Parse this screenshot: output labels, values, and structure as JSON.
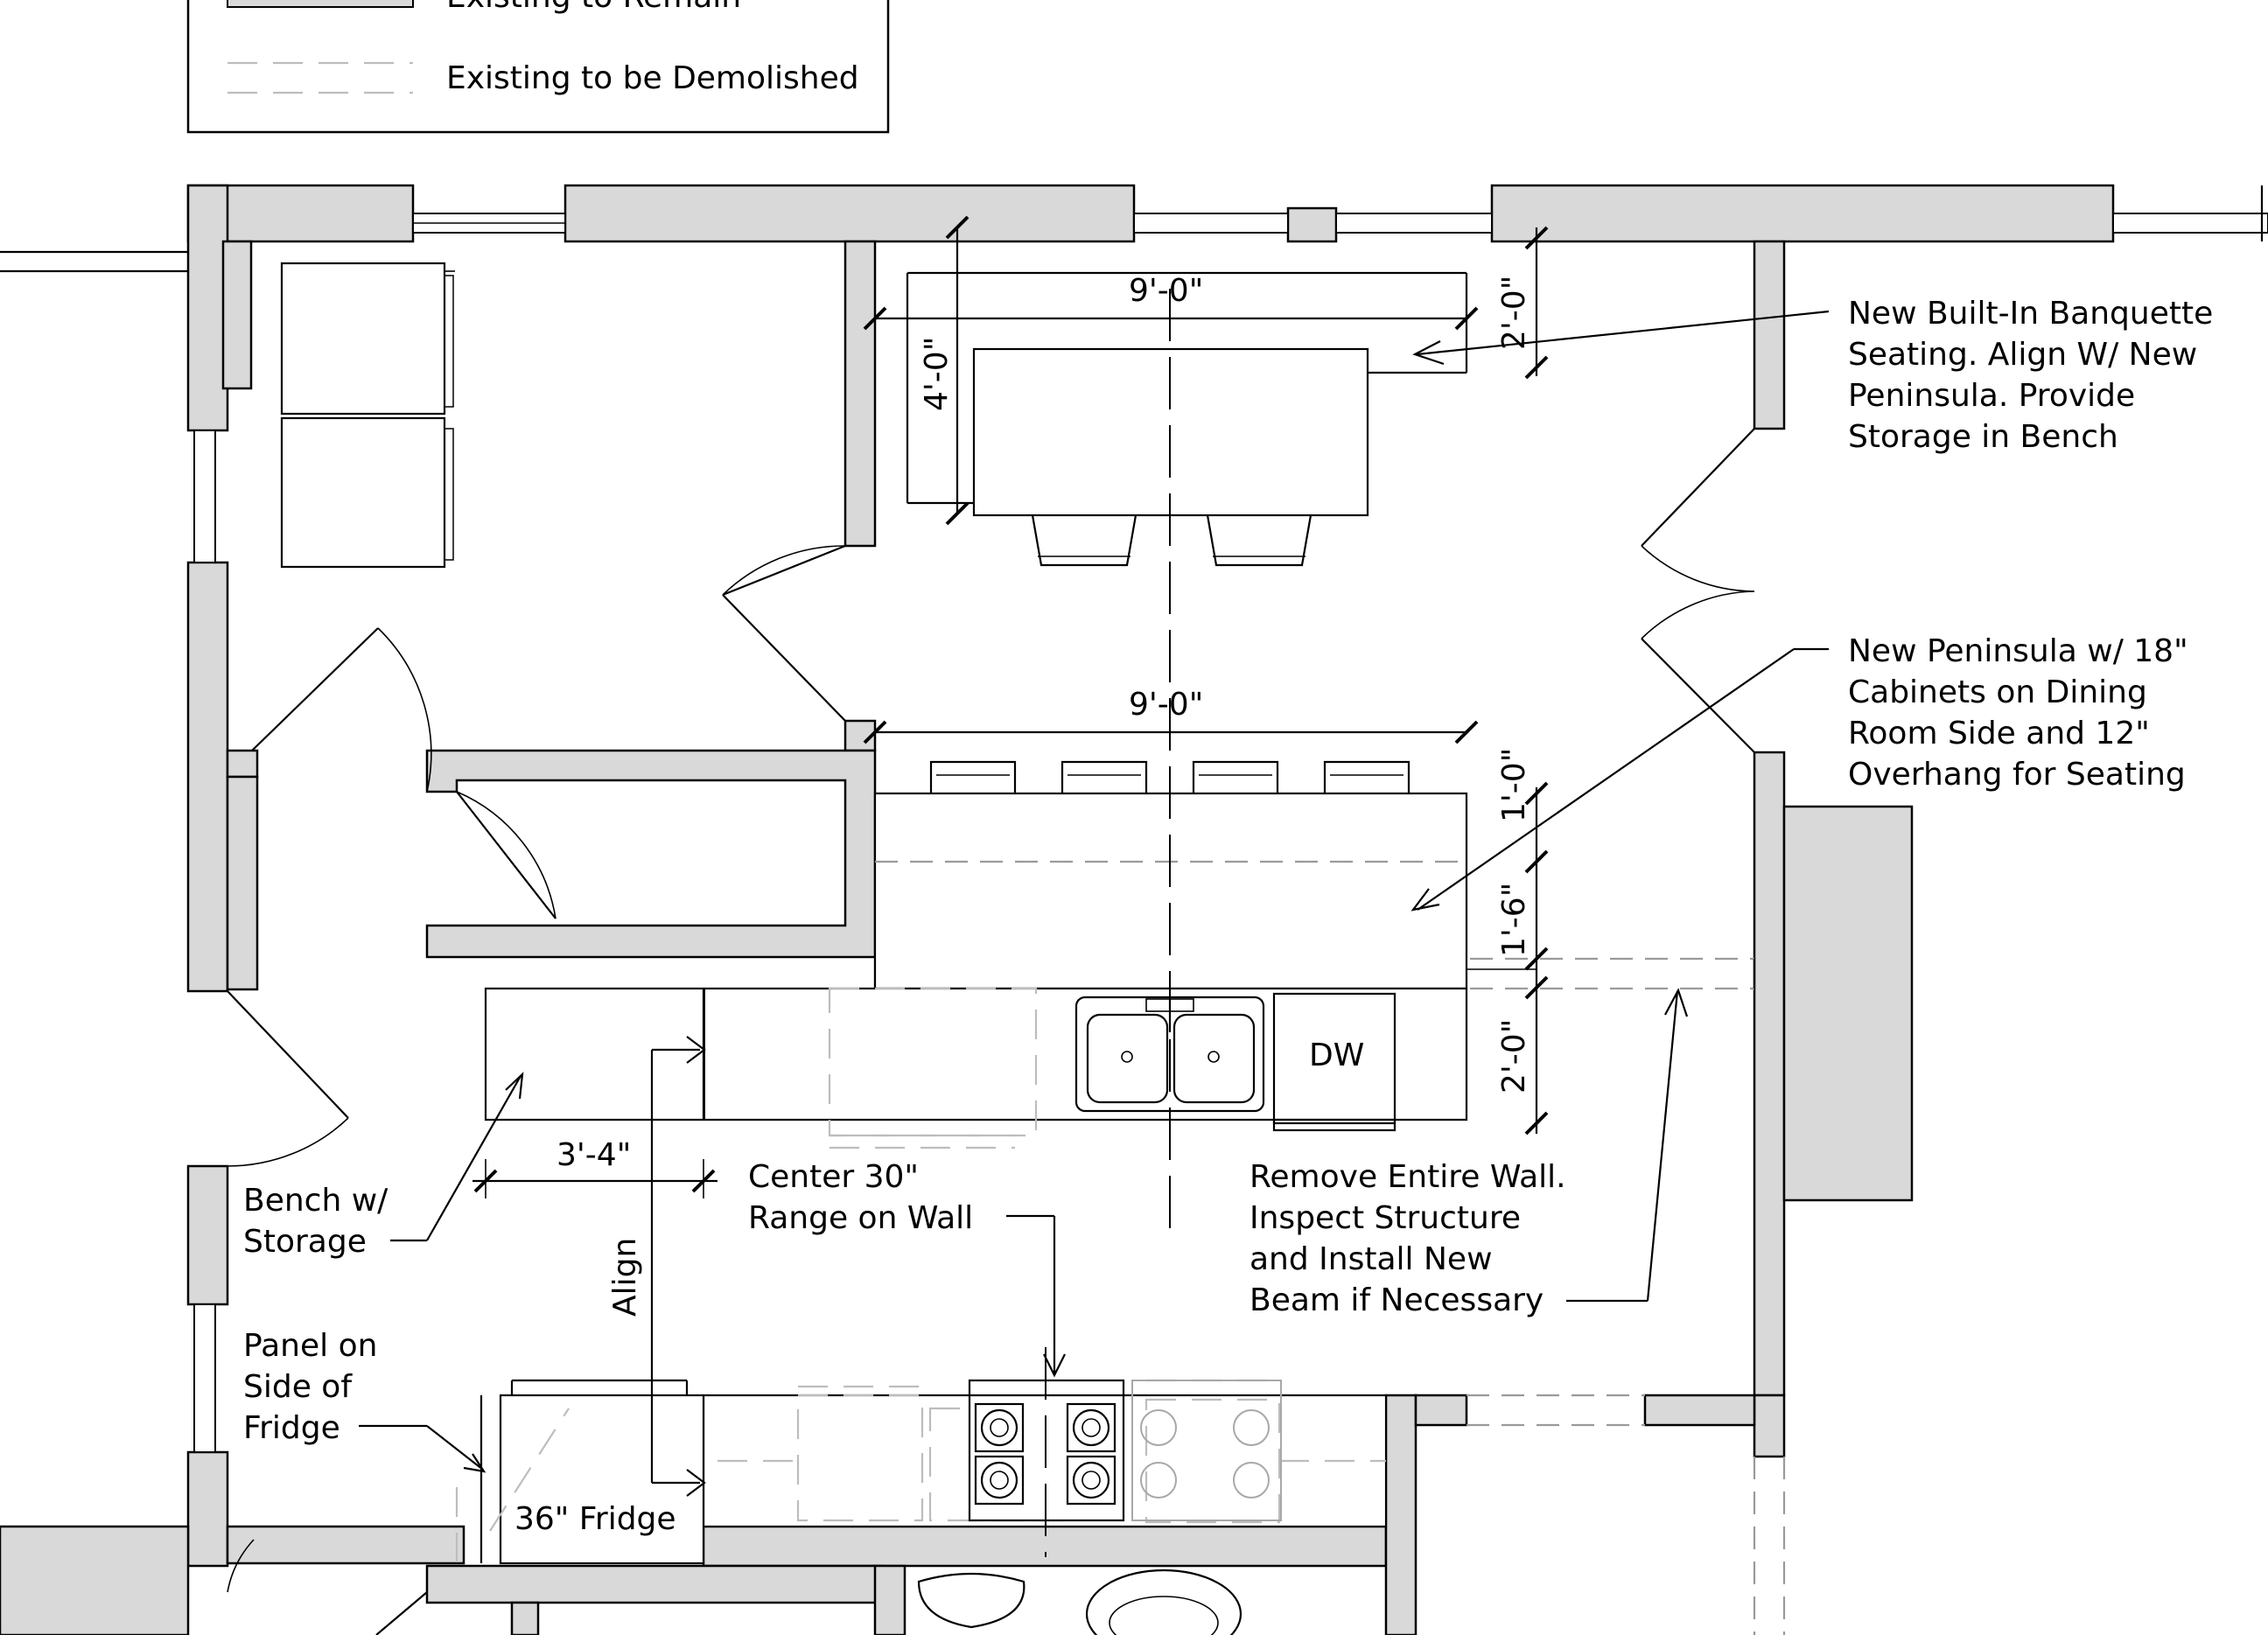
{
  "legend": {
    "existing_to_remain": "Existing to Remain",
    "existing_to_be_demolished": "Existing to be Demolished"
  },
  "dimensions": {
    "banquette_width": "9'-0\"",
    "banquette_depth": "4'-0\"",
    "banquette_bench": "2'-0\"",
    "peninsula_width": "9'-0\"",
    "overhang": "1'-0\"",
    "cabinet_depth": "1'-6\"",
    "counter_depth": "2'-0\"",
    "bench_width": "3'-4\""
  },
  "labels": {
    "dishwasher": "DW",
    "fridge": "36\" Fridge",
    "align": "Align"
  },
  "notes": {
    "banquette": [
      "New Built-In Banquette",
      "Seating. Align W/ New",
      "Peninsula. Provide",
      "Storage in Bench"
    ],
    "peninsula": [
      "New Peninsula w/ 18\"",
      "Cabinets on Dining",
      "Room Side and 12\"",
      "Overhang for Seating"
    ],
    "bench": [
      "Bench w/",
      "Storage"
    ],
    "range": [
      "Center 30\"",
      "Range on Wall"
    ],
    "remove_wall": [
      "Remove Entire Wall.",
      "Inspect Structure",
      "and Install New",
      "Beam if Necessary"
    ],
    "fridge_panel": [
      "Panel on",
      "Side of",
      "Fridge"
    ]
  }
}
